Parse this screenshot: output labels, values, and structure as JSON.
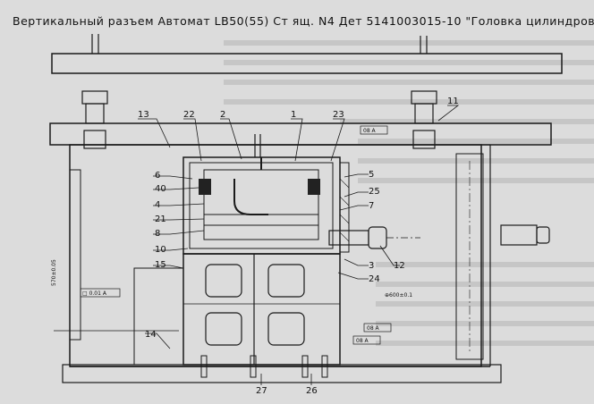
{
  "title": "Вертикальный разъем Автомат LB50(55) Ст ящ. N4 Дет 5141003015-10 \"Головка цилиндров\"",
  "callouts": [
    "13",
    "22",
    "2",
    "1",
    "23",
    "11",
    "6",
    "40",
    "4",
    "21",
    "8",
    "10",
    "15",
    "5",
    "25",
    "7",
    "12",
    "3",
    "24",
    "14",
    "27",
    "26"
  ],
  "annotations": {
    "datum_mark": "⊕600±0.1",
    "frame_tag_top": "08 A",
    "frame_tag_right_1": "08 A",
    "frame_tag_right_2": "08 A",
    "frame_tag_left": "□ 0.01 A",
    "dim_left_vertical": "570±0.05"
  }
}
